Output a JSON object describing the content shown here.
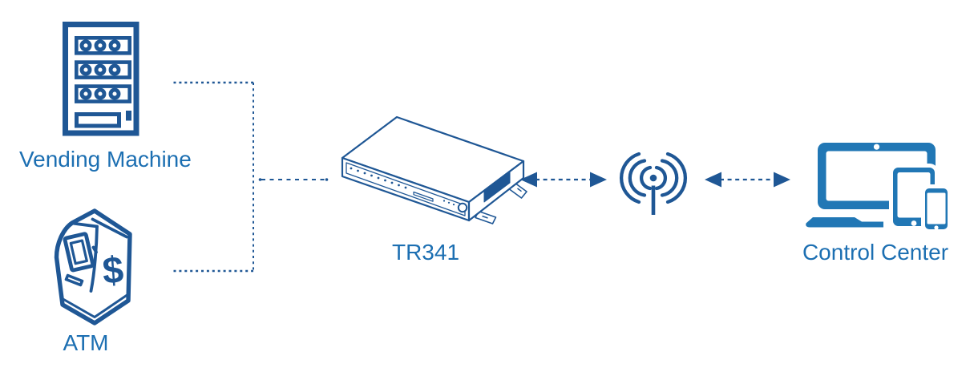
{
  "diagram": {
    "nodes": [
      {
        "id": "vending-machine",
        "label": "Vending Machine"
      },
      {
        "id": "atm",
        "label": "ATM"
      },
      {
        "id": "router",
        "label": "TR341"
      },
      {
        "id": "antenna",
        "label": ""
      },
      {
        "id": "control-center",
        "label": "Control Center"
      }
    ],
    "atm_symbol": "$",
    "connections": [
      {
        "from": "vending-machine",
        "to": "router",
        "style": "dotted-elbow"
      },
      {
        "from": "atm",
        "to": "router",
        "style": "dotted-elbow"
      },
      {
        "from": "router",
        "to": "antenna",
        "style": "dashed-double-arrow"
      },
      {
        "from": "antenna",
        "to": "control-center",
        "style": "dashed-double-arrow"
      }
    ],
    "colors": {
      "icon_outline": "#1f5795",
      "label_text": "#1c6fb2",
      "device_fill": "#2177b5",
      "background": "#ffffff"
    }
  }
}
